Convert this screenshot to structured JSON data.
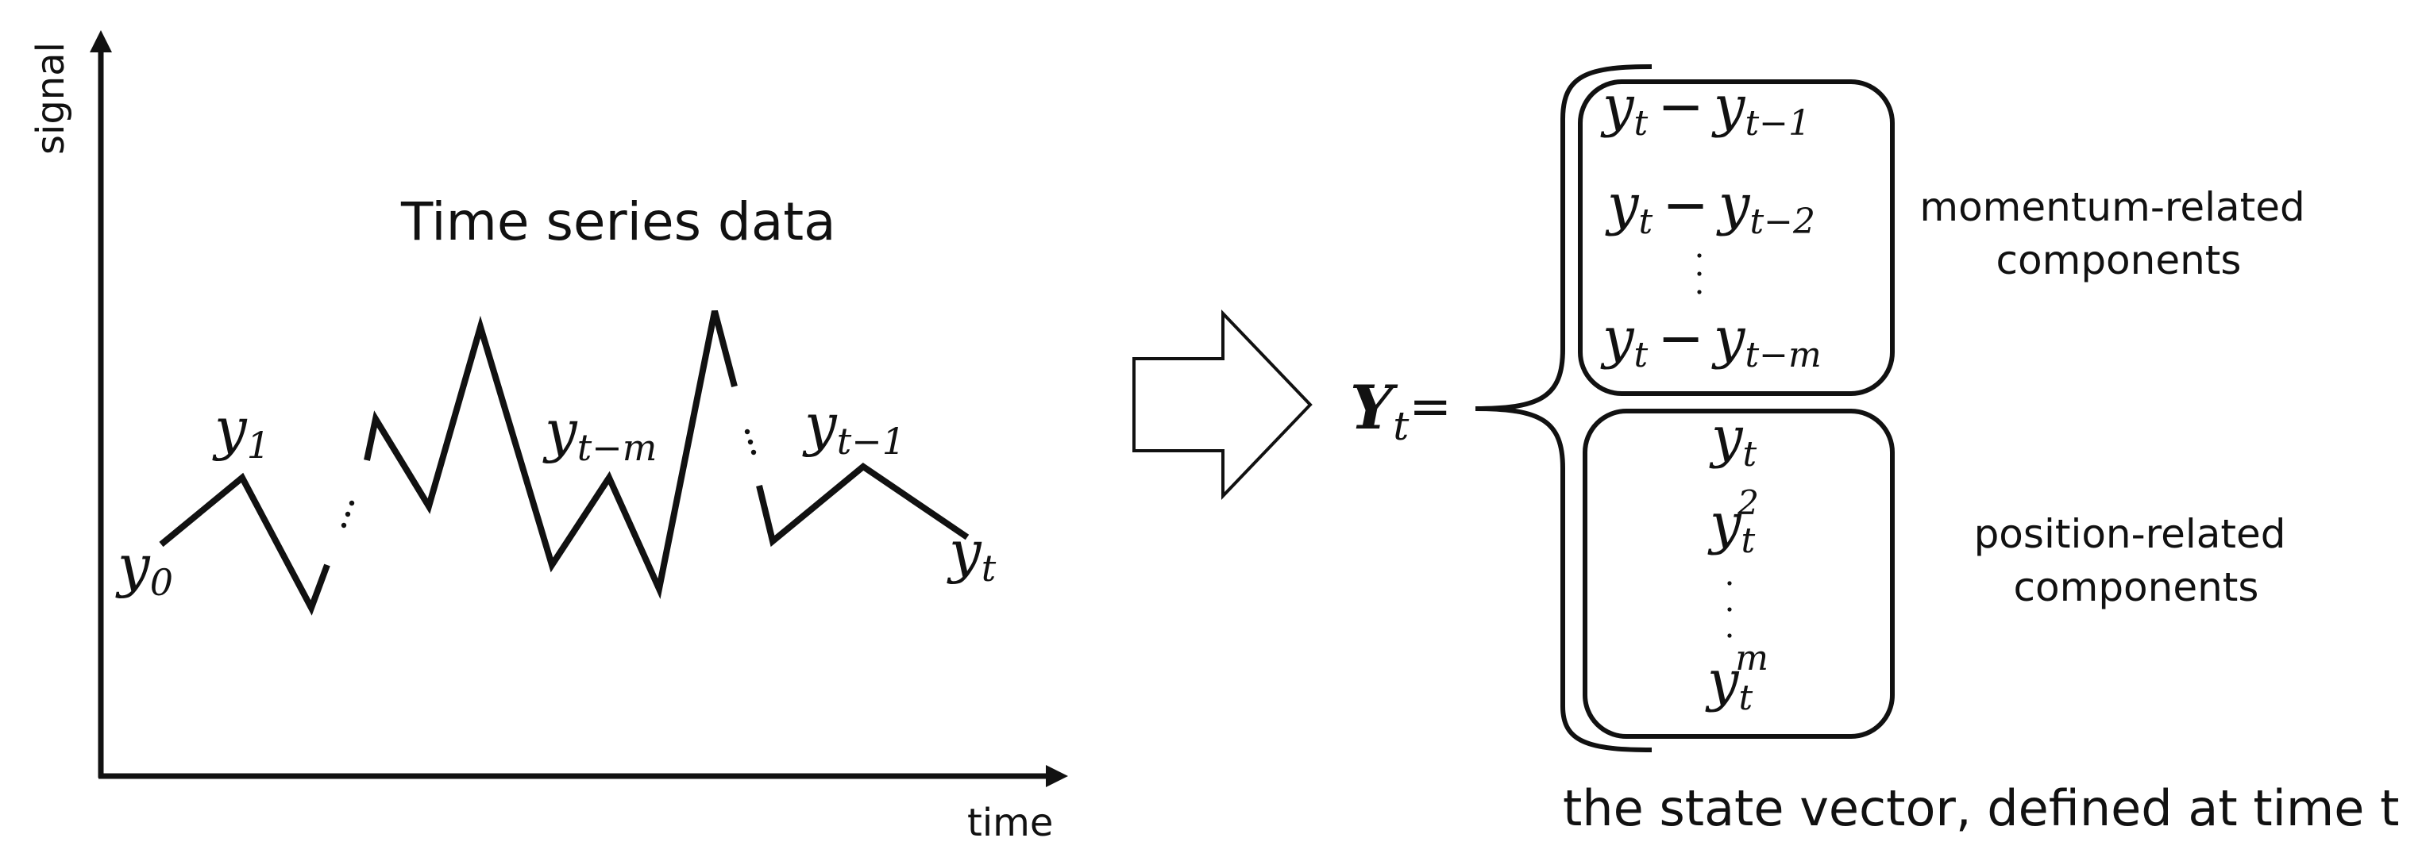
{
  "axes": {
    "y_label": "signal",
    "x_label": "time"
  },
  "plot": {
    "title": "Time series data",
    "labels": {
      "y0": {
        "base": "y",
        "sub": "0"
      },
      "y1": {
        "base": "y",
        "sub": "1"
      },
      "ytm": {
        "base": "y",
        "sub": "t−m"
      },
      "yt1": {
        "base": "y",
        "sub": "t−1"
      },
      "yt": {
        "base": "y",
        "sub": "t"
      }
    }
  },
  "state_vector": {
    "symbol": {
      "base": "Y",
      "sub": "t",
      "eq": "="
    },
    "momentum_rows": [
      {
        "a": "y",
        "a_sub": "t",
        "op": "−",
        "b": "y",
        "b_sub": "t−1"
      },
      {
        "a": "y",
        "a_sub": "t",
        "op": "−",
        "b": "y",
        "b_sub": "t−2"
      },
      {
        "a": "y",
        "a_sub": "t",
        "op": "−",
        "b": "y",
        "b_sub": "t−m"
      }
    ],
    "position_rows": [
      {
        "base": "y",
        "sub": "t",
        "sup": ""
      },
      {
        "base": "y",
        "sub": "t",
        "sup": "2"
      },
      {
        "base": "y",
        "sub": "t",
        "sup": "m"
      }
    ],
    "momentum_label": [
      "momentum-related",
      "components"
    ],
    "position_label": [
      "position-related",
      "components"
    ],
    "caption": "the state vector, defined at time t"
  },
  "colors": {
    "ink": "#111111",
    "background": "#ffffff"
  }
}
